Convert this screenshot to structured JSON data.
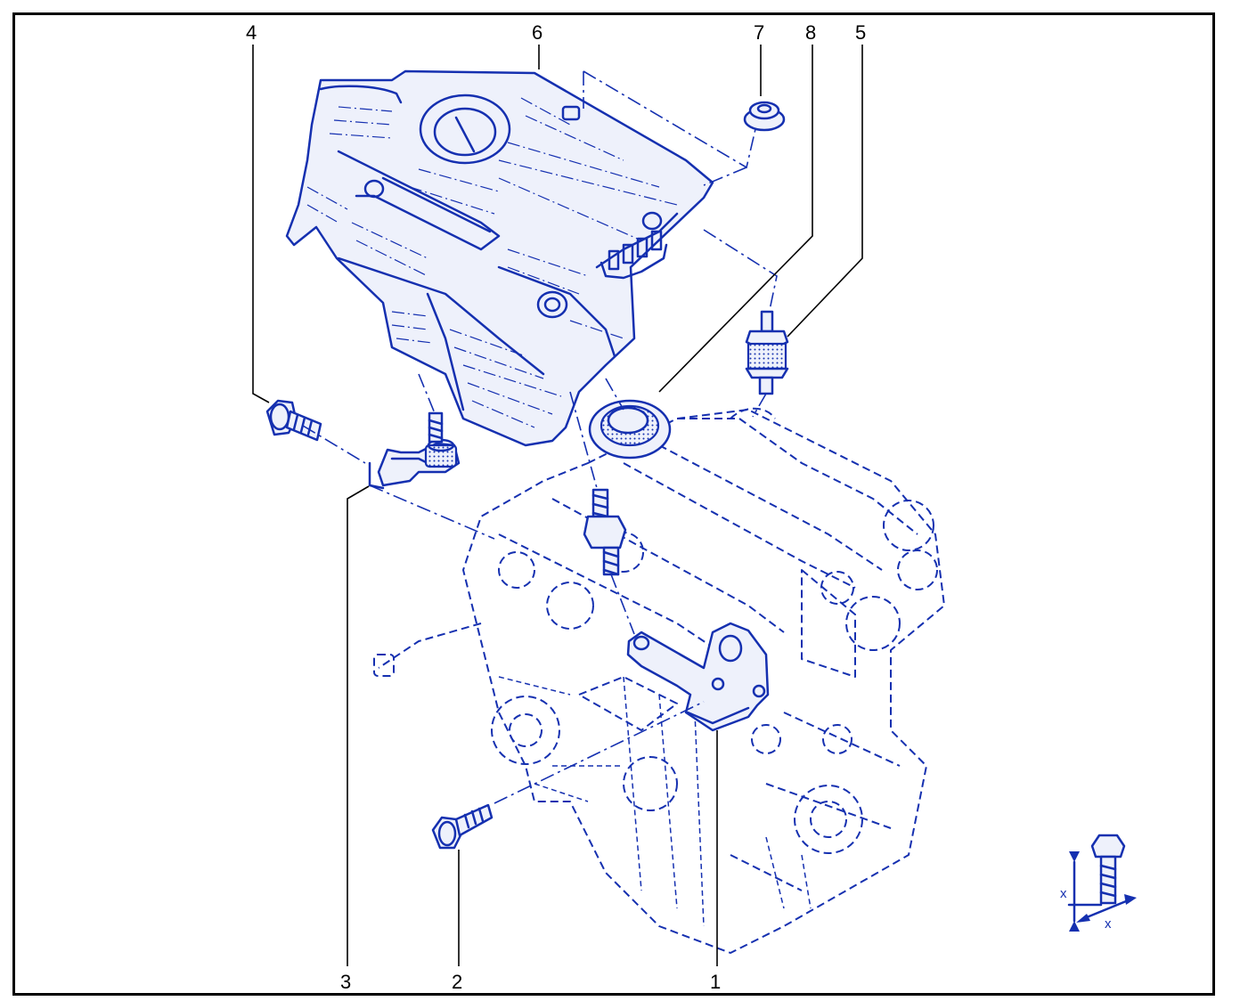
{
  "callouts": [
    {
      "id": "1",
      "label": "1"
    },
    {
      "id": "2",
      "label": "2"
    },
    {
      "id": "3",
      "label": "3"
    },
    {
      "id": "4",
      "label": "4"
    },
    {
      "id": "5",
      "label": "5"
    },
    {
      "id": "6",
      "label": "6"
    },
    {
      "id": "7",
      "label": "7"
    },
    {
      "id": "8",
      "label": "8"
    }
  ],
  "dimension_marks": {
    "vertical": "x",
    "horizontal": "x"
  },
  "colors": {
    "line": "#1530b0",
    "frame": "#000000",
    "background": "#ffffff"
  }
}
